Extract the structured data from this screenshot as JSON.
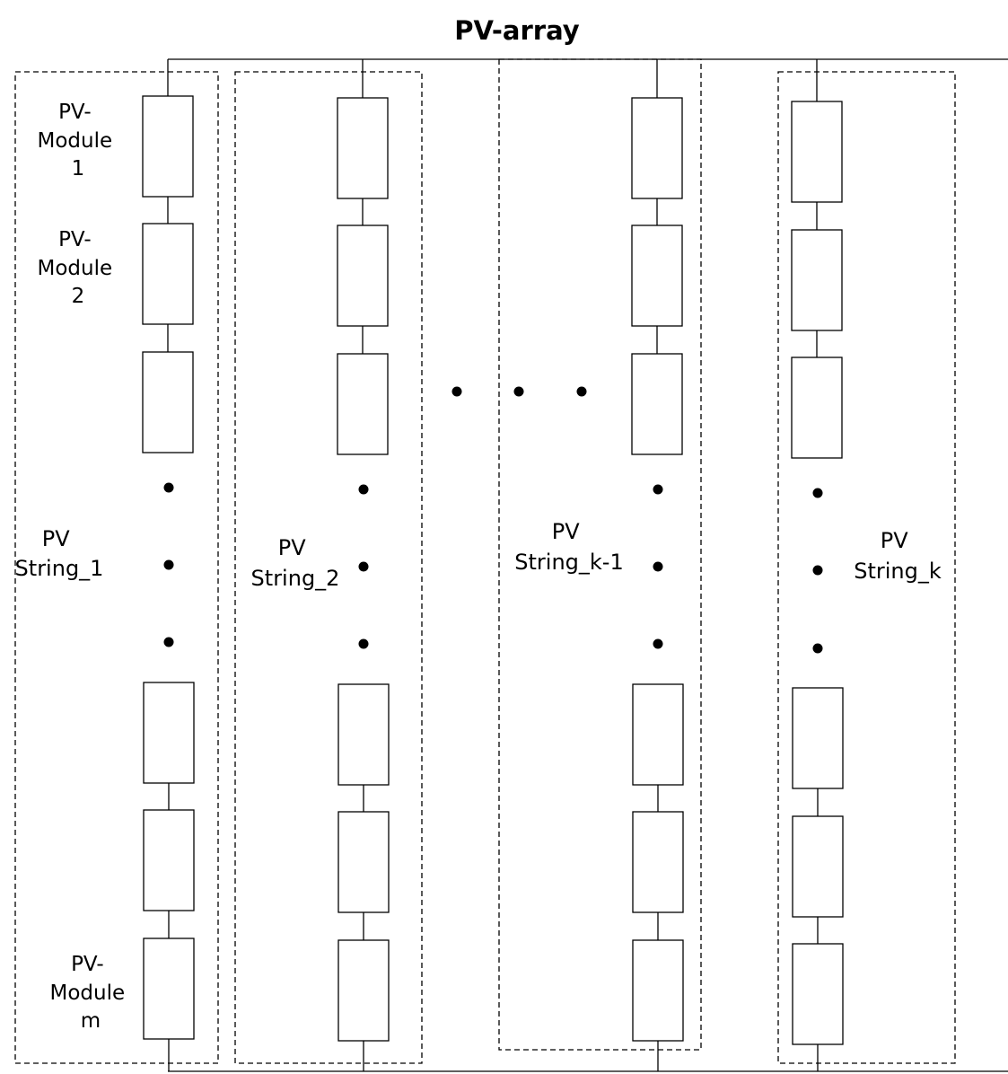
{
  "title": "PV-array",
  "module_labels": [
    [
      "PV-",
      "Module",
      "1"
    ],
    [
      "PV-",
      "Module",
      "2"
    ],
    [
      "PV-",
      "Module",
      "m"
    ]
  ],
  "string_labels": [
    [
      "PV",
      "String_1"
    ],
    [
      "PV",
      "String_2"
    ],
    [
      "PV",
      "String_k-1"
    ],
    [
      "PV",
      "String_k"
    ]
  ],
  "strings": [
    {
      "top_modules": 3,
      "bottom_modules": 3,
      "ellipsis_dots": 3
    },
    {
      "top_modules": 3,
      "bottom_modules": 3,
      "ellipsis_dots": 3
    },
    {
      "top_modules": 3,
      "bottom_modules": 3,
      "ellipsis_dots": 3
    },
    {
      "top_modules": 3,
      "bottom_modules": 3,
      "ellipsis_dots": 3
    }
  ],
  "between_strings_dots": 3,
  "colors": {
    "line": "#000000",
    "background": "#ffffff"
  }
}
